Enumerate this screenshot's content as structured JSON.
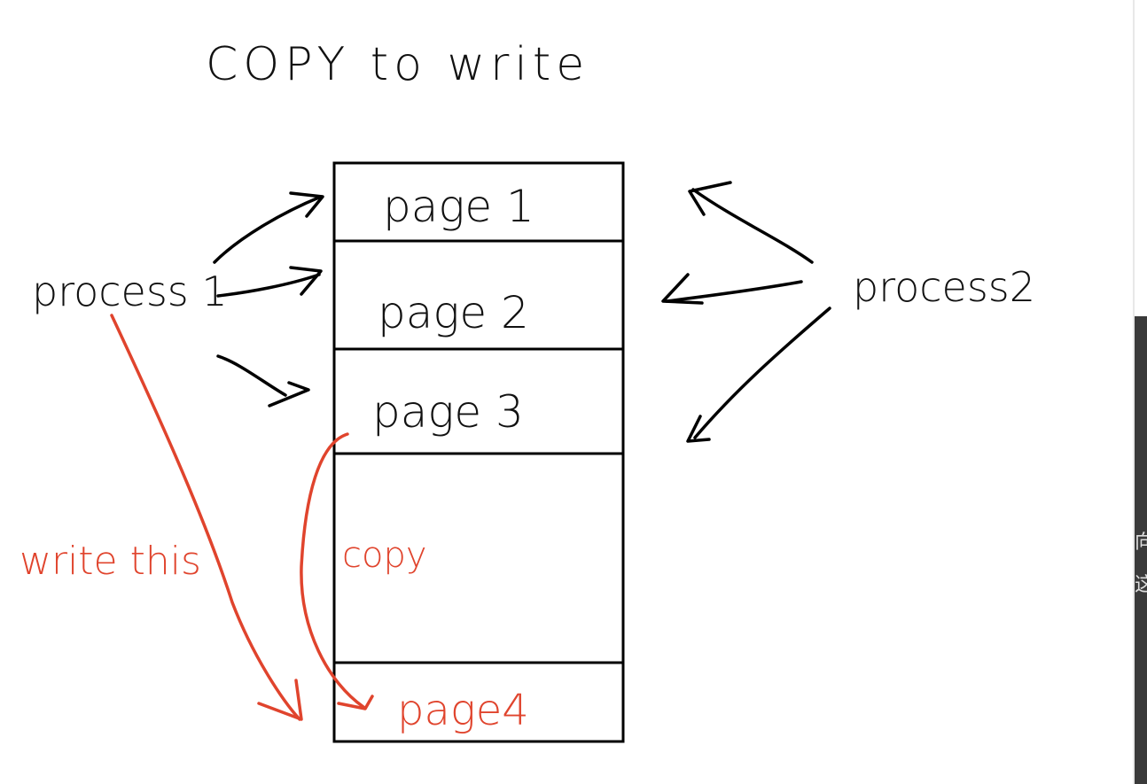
{
  "title": "COPY to write",
  "memory": {
    "cells": [
      {
        "id": "page1",
        "label": "page 1",
        "color": "#111111"
      },
      {
        "id": "page2",
        "label": "page 2",
        "color": "#111111"
      },
      {
        "id": "page3",
        "label": "page 3",
        "color": "#111111"
      },
      {
        "id": "empty",
        "label": "",
        "color": "#111111"
      },
      {
        "id": "page4",
        "label": "page4",
        "color": "#e0442d"
      }
    ]
  },
  "process1": {
    "label": "process 1"
  },
  "process2": {
    "label": "process2"
  },
  "annotations": {
    "write_this": "write this",
    "copy": "copy"
  },
  "colors": {
    "ink": "#111111",
    "annotation": "#e0442d"
  },
  "side_panel": {
    "glyph_top": "向",
    "glyph_bottom": "这"
  }
}
